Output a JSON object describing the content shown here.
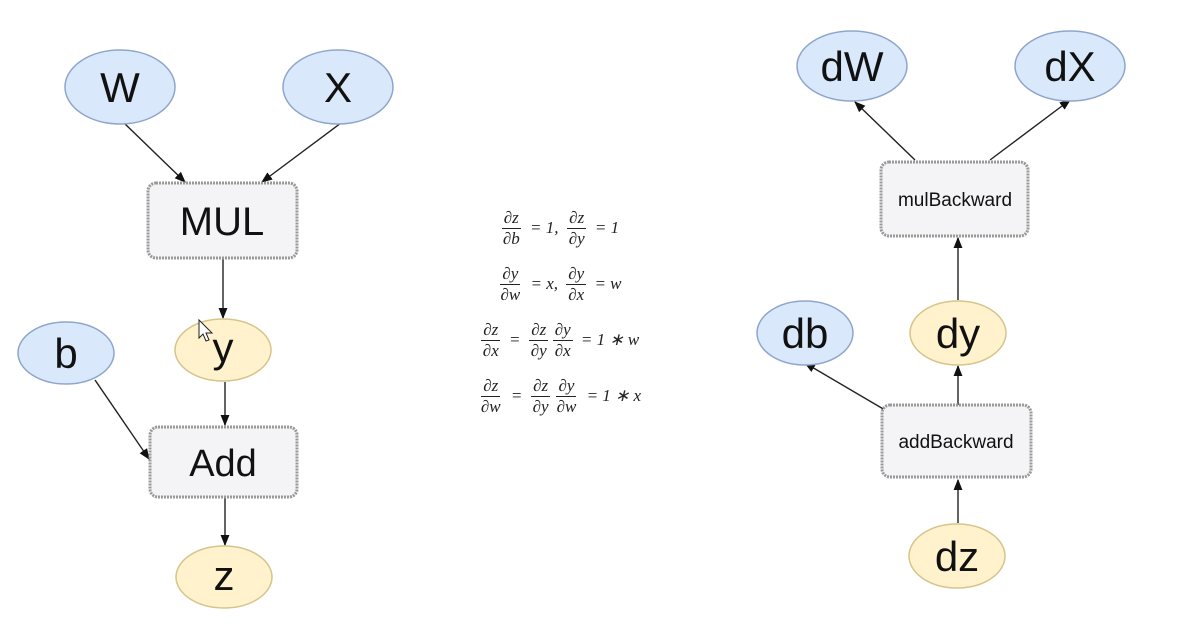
{
  "colors": {
    "blue_fill": "#dae8fc",
    "blue_stroke": "#8ea6cc",
    "yellow_fill": "#fff2cc",
    "yellow_stroke": "#d6c48a",
    "box_fill": "#f4f4f6",
    "box_stroke": "#999999"
  },
  "forward_graph": {
    "nodes": {
      "W": "W",
      "X": "X",
      "mul": "MUL",
      "y": "y",
      "b": "b",
      "add": "Add",
      "z": "z"
    }
  },
  "backward_graph": {
    "nodes": {
      "dW": "dW",
      "dX": "dX",
      "mulBackward": "mulBackward",
      "db": "db",
      "dy": "dy",
      "addBackward": "addBackward",
      "dz": "dz"
    }
  },
  "formulas": [
    [
      {
        "type": "frac",
        "num": "∂z",
        "den": "∂b"
      },
      {
        "type": "text",
        "value": " = 1, "
      },
      {
        "type": "frac",
        "num": "∂z",
        "den": "∂y"
      },
      {
        "type": "text",
        "value": " = 1"
      }
    ],
    [
      {
        "type": "frac",
        "num": "∂y",
        "den": "∂w"
      },
      {
        "type": "text",
        "value": " = x, "
      },
      {
        "type": "frac",
        "num": "∂y",
        "den": "∂x"
      },
      {
        "type": "text",
        "value": " = w"
      }
    ],
    [
      {
        "type": "frac",
        "num": "∂z",
        "den": "∂x"
      },
      {
        "type": "text",
        "value": " = "
      },
      {
        "type": "frac",
        "num": "∂z",
        "den": "∂y"
      },
      {
        "type": "frac",
        "num": "∂y",
        "den": "∂x"
      },
      {
        "type": "text",
        "value": " = 1 ∗ w"
      }
    ],
    [
      {
        "type": "frac",
        "num": "∂z",
        "den": "∂w"
      },
      {
        "type": "text",
        "value": " = "
      },
      {
        "type": "frac",
        "num": "∂z",
        "den": "∂y"
      },
      {
        "type": "frac",
        "num": "∂y",
        "den": "∂w"
      },
      {
        "type": "text",
        "value": " = 1 ∗ x"
      }
    ]
  ]
}
